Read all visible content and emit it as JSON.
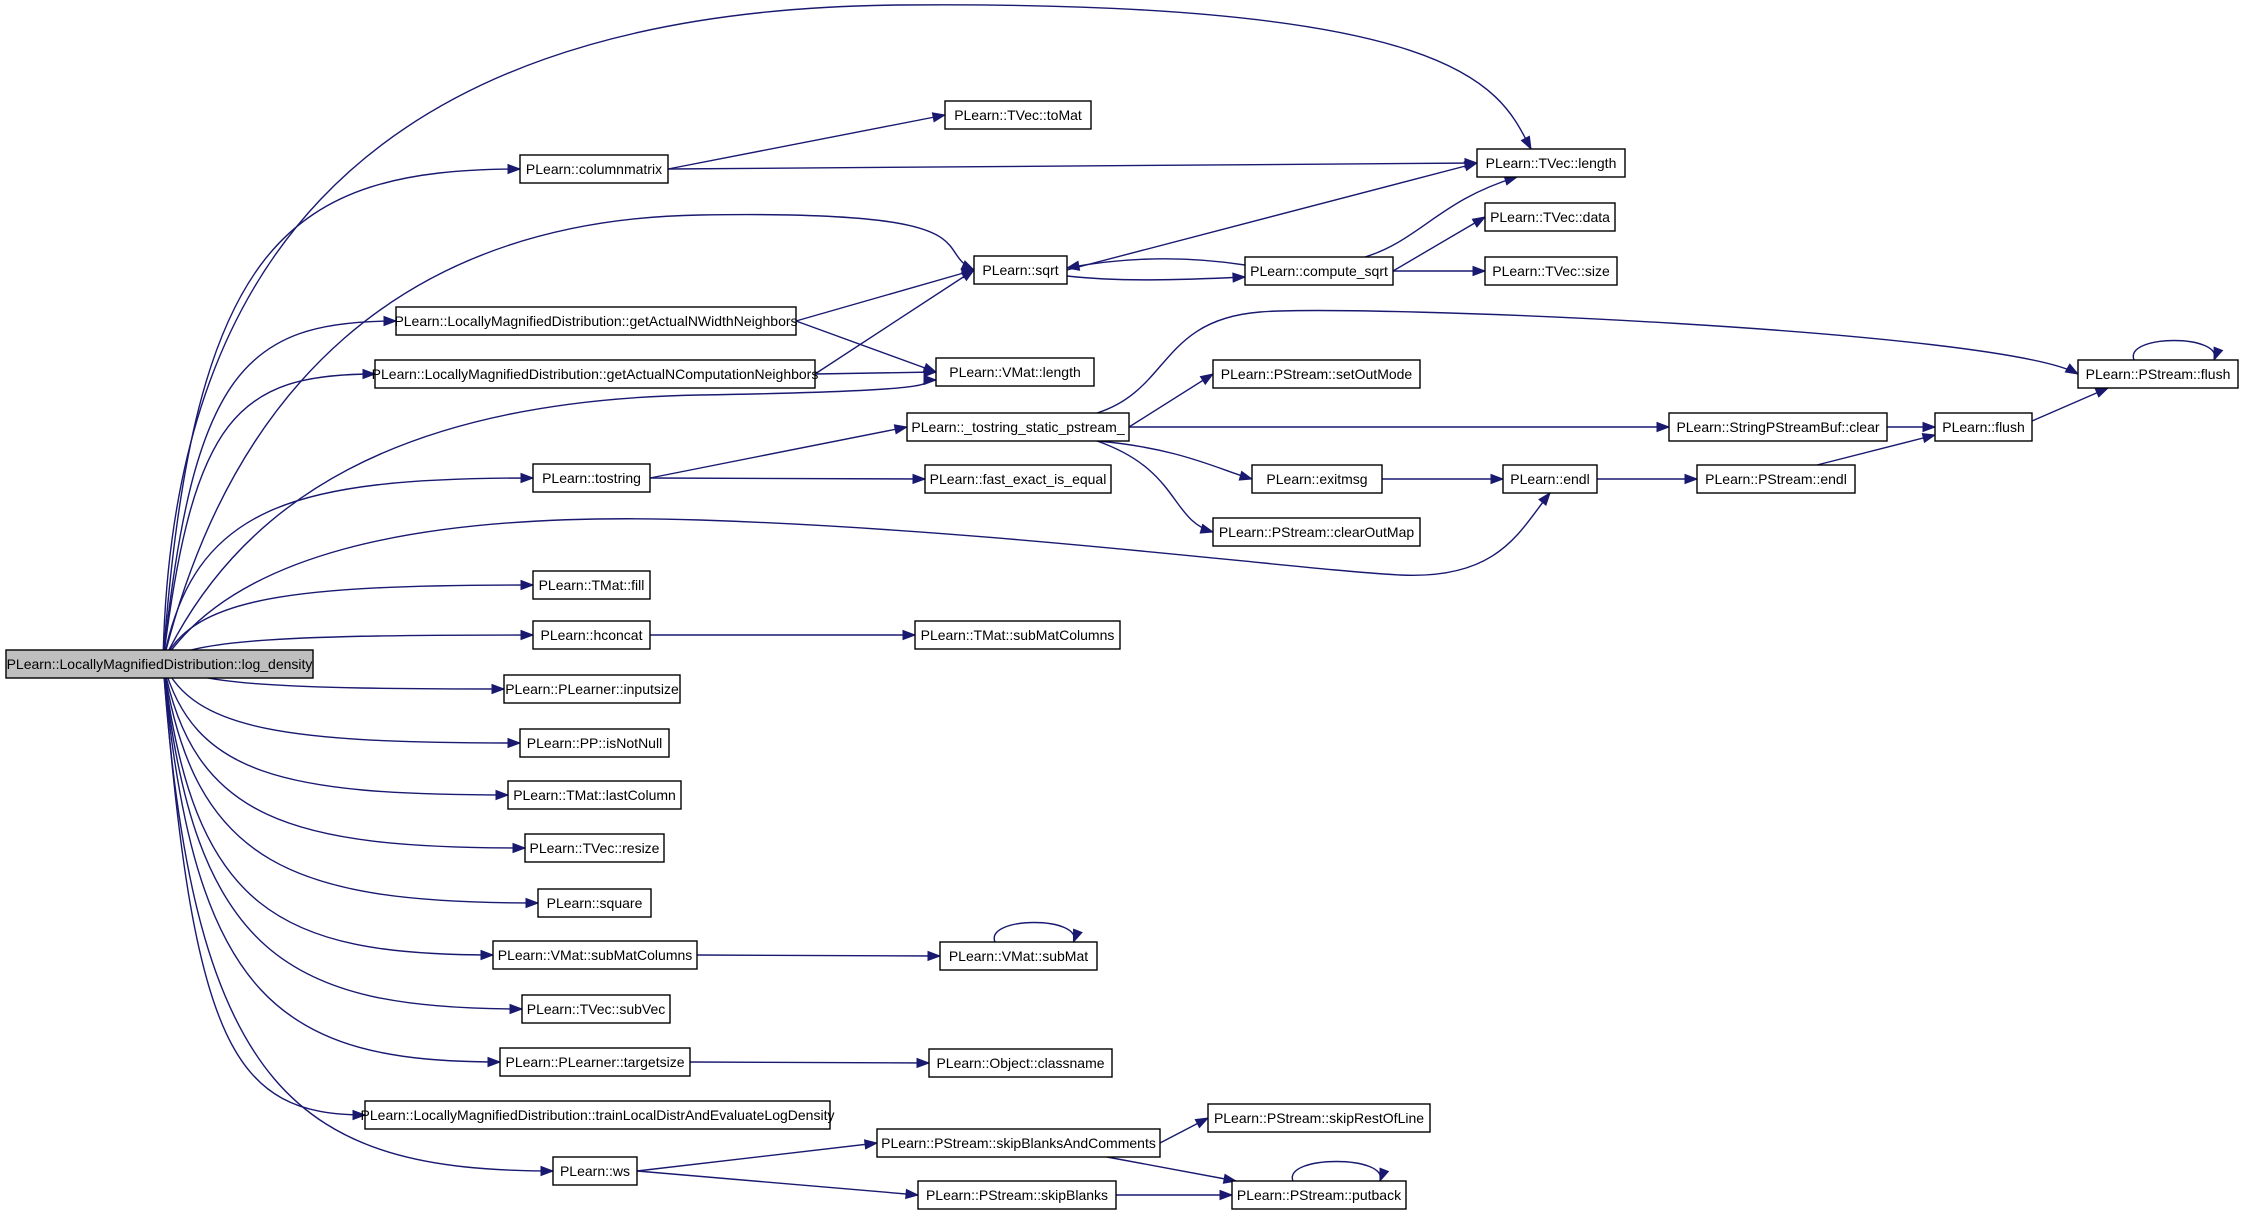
{
  "nodes": [
    {
      "id": "root",
      "label": "PLearn::LocallyMagnifiedDistribution::log_density",
      "root": true
    },
    {
      "id": "columnmatrix",
      "label": "PLearn::columnmatrix"
    },
    {
      "id": "toMat",
      "label": "PLearn::TVec::toMat"
    },
    {
      "id": "tveclength",
      "label": "PLearn::TVec::length"
    },
    {
      "id": "tvecdata",
      "label": "PLearn::TVec::data"
    },
    {
      "id": "sqrt",
      "label": "PLearn::sqrt"
    },
    {
      "id": "compute_sqrt",
      "label": "PLearn::compute_sqrt"
    },
    {
      "id": "tvecsize",
      "label": "PLearn::TVec::size"
    },
    {
      "id": "getWidth",
      "label": "PLearn::LocallyMagnifiedDistribution::getActualNWidthNeighbors"
    },
    {
      "id": "getComp",
      "label": "PLearn::LocallyMagnifiedDistribution::getActualNComputationNeighbors"
    },
    {
      "id": "vmatlength",
      "label": "PLearn::VMat::length"
    },
    {
      "id": "psflush",
      "label": "PLearn::PStream::flush"
    },
    {
      "id": "setOutMode",
      "label": "PLearn::PStream::setOutMode"
    },
    {
      "id": "tostring_static",
      "label": "PLearn::_tostring_static_pstream_"
    },
    {
      "id": "sbclear",
      "label": "PLearn::StringPStreamBuf::clear"
    },
    {
      "id": "flush",
      "label": "PLearn::flush"
    },
    {
      "id": "tostring",
      "label": "PLearn::tostring"
    },
    {
      "id": "fast_exact",
      "label": "PLearn::fast_exact_is_equal"
    },
    {
      "id": "exitmsg",
      "label": "PLearn::exitmsg"
    },
    {
      "id": "endl",
      "label": "PLearn::endl"
    },
    {
      "id": "psendl",
      "label": "PLearn::PStream::endl"
    },
    {
      "id": "clearOutMap",
      "label": "PLearn::PStream::clearOutMap"
    },
    {
      "id": "tmatfill",
      "label": "PLearn::TMat::fill"
    },
    {
      "id": "hconcat",
      "label": "PLearn::hconcat"
    },
    {
      "id": "tmatsubMatColumns",
      "label": "PLearn::TMat::subMatColumns"
    },
    {
      "id": "inputsize",
      "label": "PLearn::PLearner::inputsize"
    },
    {
      "id": "isNotNull",
      "label": "PLearn::PP::isNotNull"
    },
    {
      "id": "lastColumn",
      "label": "PLearn::TMat::lastColumn"
    },
    {
      "id": "resize",
      "label": "PLearn::TVec::resize"
    },
    {
      "id": "square",
      "label": "PLearn::square"
    },
    {
      "id": "vmatsubMatColumns",
      "label": "PLearn::VMat::subMatColumns"
    },
    {
      "id": "vmatsubMat",
      "label": "PLearn::VMat::subMat"
    },
    {
      "id": "subVec",
      "label": "PLearn::TVec::subVec"
    },
    {
      "id": "targetsize",
      "label": "PLearn::PLearner::targetsize"
    },
    {
      "id": "classname",
      "label": "PLearn::Object::classname"
    },
    {
      "id": "trainLocal",
      "label": "PLearn::LocallyMagnifiedDistribution::trainLocalDistrAndEvaluateLogDensity"
    },
    {
      "id": "ws",
      "label": "PLearn::ws"
    },
    {
      "id": "skipBlanksAndComments",
      "label": "PLearn::PStream::skipBlanksAndComments"
    },
    {
      "id": "skipRestOfLine",
      "label": "PLearn::PStream::skipRestOfLine"
    },
    {
      "id": "skipBlanks",
      "label": "PLearn::PStream::skipBlanks"
    },
    {
      "id": "putback",
      "label": "PLearn::PStream::putback"
    }
  ],
  "edges": [
    [
      "root",
      "tveclength"
    ],
    [
      "root",
      "columnmatrix"
    ],
    [
      "root",
      "sqrt"
    ],
    [
      "root",
      "getWidth"
    ],
    [
      "root",
      "getComp"
    ],
    [
      "root",
      "vmatlength"
    ],
    [
      "root",
      "tostring"
    ],
    [
      "root",
      "endl"
    ],
    [
      "root",
      "tmatfill"
    ],
    [
      "root",
      "hconcat"
    ],
    [
      "root",
      "inputsize"
    ],
    [
      "root",
      "isNotNull"
    ],
    [
      "root",
      "lastColumn"
    ],
    [
      "root",
      "resize"
    ],
    [
      "root",
      "square"
    ],
    [
      "root",
      "vmatsubMatColumns"
    ],
    [
      "root",
      "subVec"
    ],
    [
      "root",
      "targetsize"
    ],
    [
      "root",
      "trainLocal"
    ],
    [
      "root",
      "ws"
    ],
    [
      "columnmatrix",
      "toMat"
    ],
    [
      "columnmatrix",
      "tveclength"
    ],
    [
      "sqrt",
      "tveclength"
    ],
    [
      "sqrt",
      "compute_sqrt"
    ],
    [
      "compute_sqrt",
      "sqrt"
    ],
    [
      "compute_sqrt",
      "tveclength"
    ],
    [
      "compute_sqrt",
      "tvecdata"
    ],
    [
      "compute_sqrt",
      "tvecsize"
    ],
    [
      "getWidth",
      "sqrt"
    ],
    [
      "getWidth",
      "vmatlength"
    ],
    [
      "getComp",
      "sqrt"
    ],
    [
      "getComp",
      "vmatlength"
    ],
    [
      "tostring",
      "tostring_static"
    ],
    [
      "tostring",
      "fast_exact"
    ],
    [
      "tostring_static",
      "psflush"
    ],
    [
      "tostring_static",
      "setOutMode"
    ],
    [
      "tostring_static",
      "sbclear"
    ],
    [
      "tostring_static",
      "exitmsg"
    ],
    [
      "tostring_static",
      "clearOutMap"
    ],
    [
      "sbclear",
      "flush"
    ],
    [
      "flush",
      "psflush"
    ],
    [
      "psflush",
      "psflush"
    ],
    [
      "exitmsg",
      "endl"
    ],
    [
      "endl",
      "psendl"
    ],
    [
      "psendl",
      "flush"
    ],
    [
      "hconcat",
      "tmatsubMatColumns"
    ],
    [
      "vmatsubMatColumns",
      "vmatsubMat"
    ],
    [
      "vmatsubMat",
      "vmatsubMat"
    ],
    [
      "targetsize",
      "classname"
    ],
    [
      "ws",
      "skipBlanksAndComments"
    ],
    [
      "ws",
      "skipBlanks"
    ],
    [
      "skipBlanksAndComments",
      "skipRestOfLine"
    ],
    [
      "skipBlanksAndComments",
      "putback"
    ],
    [
      "skipBlanks",
      "putback"
    ],
    [
      "putback",
      "putback"
    ]
  ]
}
